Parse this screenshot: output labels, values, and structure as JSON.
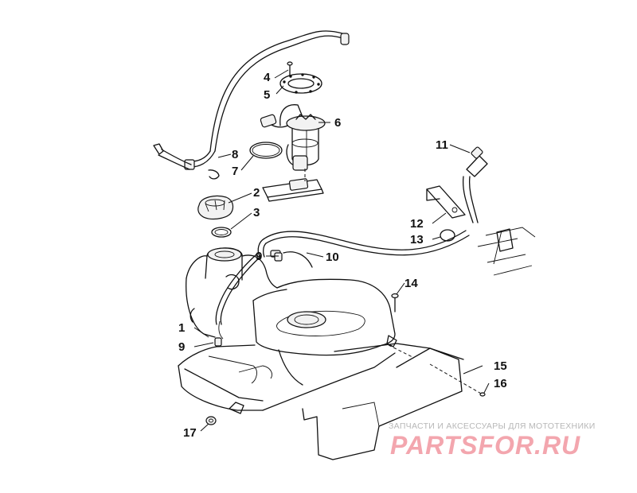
{
  "callouts": {
    "c1": "1",
    "c2": "2",
    "c3": "3",
    "c4": "4",
    "c5": "5",
    "c6": "6",
    "c7": "7",
    "c8": "8",
    "c9a": "9",
    "c9b": "9",
    "c10": "10",
    "c11": "11",
    "c12": "12",
    "c13": "13",
    "c14": "14",
    "c15": "15",
    "c16": "16",
    "c17": "17"
  },
  "watermark": {
    "subtitle": "ЗАПЧАСТИ И АКСЕССУАРЫ ДЛЯ МОТОТЕХНИКИ",
    "brand": "PARTSFOR.RU"
  },
  "colors": {
    "ink": "#111111",
    "background": "#ffffff",
    "watermark_brand": "#f3a6ae",
    "watermark_text": "#b7b7b7"
  }
}
